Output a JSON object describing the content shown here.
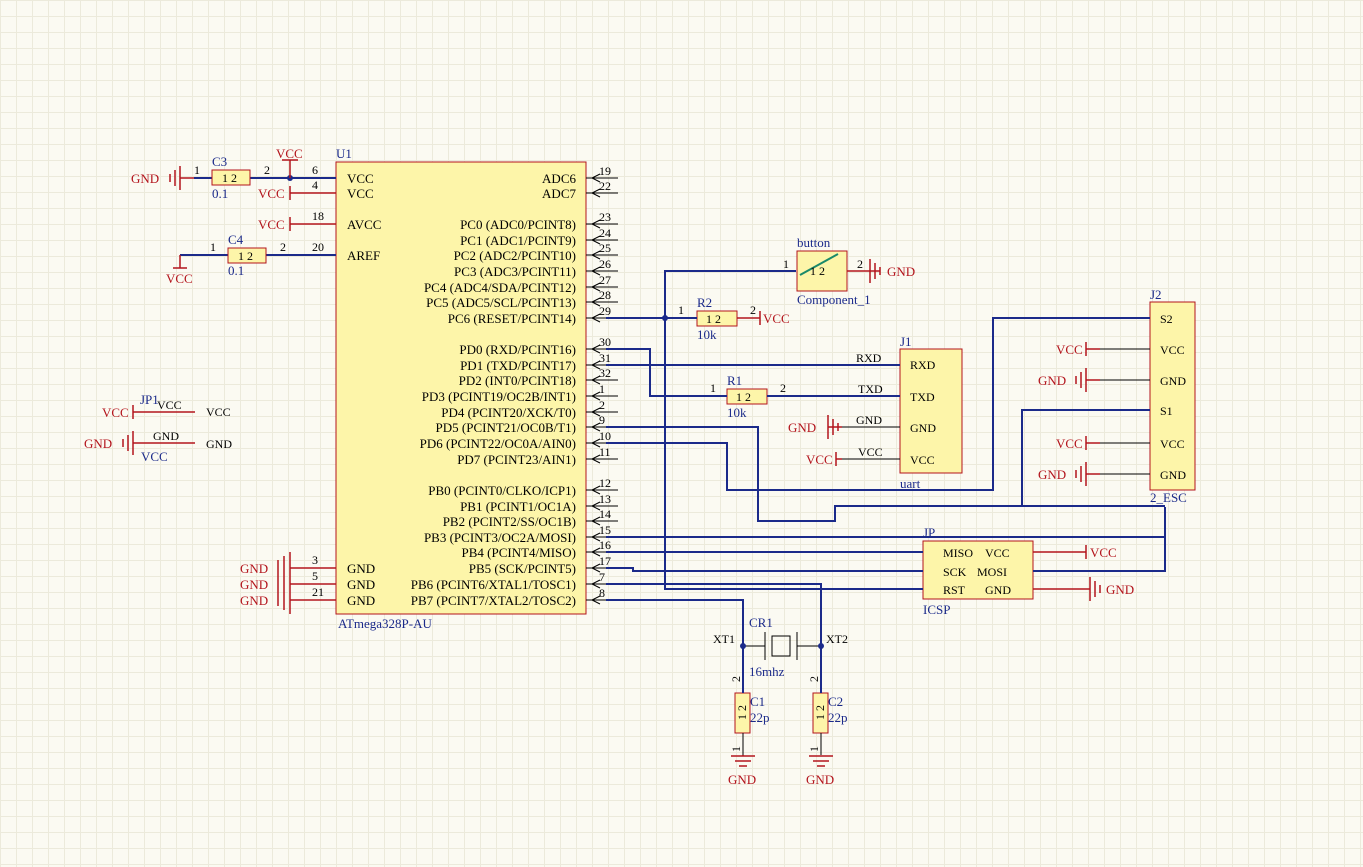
{
  "ic": {
    "designator": "U1",
    "value": "ATmega328P-AU",
    "left_pins": [
      {
        "num": "6",
        "name": "VCC"
      },
      {
        "num": "4",
        "name": "VCC"
      },
      {
        "num": "18",
        "name": "AVCC"
      },
      {
        "num": "20",
        "name": "AREF"
      },
      {
        "num": "3",
        "name": "GND"
      },
      {
        "num": "5",
        "name": "GND"
      },
      {
        "num": "21",
        "name": "GND"
      }
    ],
    "right_pins": [
      {
        "num": "19",
        "name": "ADC6"
      },
      {
        "num": "22",
        "name": "ADC7"
      },
      {
        "num": "23",
        "name": "PC0 (ADC0/PCINT8)"
      },
      {
        "num": "24",
        "name": "PC1 (ADC1/PCINT9)"
      },
      {
        "num": "25",
        "name": "PC2 (ADC2/PCINT10)"
      },
      {
        "num": "26",
        "name": "PC3 (ADC3/PCINT11)"
      },
      {
        "num": "27",
        "name": "PC4 (ADC4/SDA/PCINT12)"
      },
      {
        "num": "28",
        "name": "PC5 (ADC5/SCL/PCINT13)"
      },
      {
        "num": "29",
        "name": "PC6 (RESET/PCINT14)"
      },
      {
        "num": "30",
        "name": "PD0 (RXD/PCINT16)"
      },
      {
        "num": "31",
        "name": "PD1 (TXD/PCINT17)"
      },
      {
        "num": "32",
        "name": "PD2 (INT0/PCINT18)"
      },
      {
        "num": "1",
        "name": "PD3 (PCINT19/OC2B/INT1)"
      },
      {
        "num": "2",
        "name": "PD4 (PCINT20/XCK/T0)"
      },
      {
        "num": "9",
        "name": "PD5 (PCINT21/OC0B/T1)"
      },
      {
        "num": "10",
        "name": "PD6 (PCINT22/OC0A/AIN0)"
      },
      {
        "num": "11",
        "name": "PD7 (PCINT23/AIN1)"
      },
      {
        "num": "12",
        "name": "PB0 (PCINT0/CLKO/ICP1)"
      },
      {
        "num": "13",
        "name": "PB1 (PCINT1/OC1A)"
      },
      {
        "num": "14",
        "name": "PB2 (PCINT2/SS/OC1B)"
      },
      {
        "num": "15",
        "name": "PB3 (PCINT3/OC2A/MOSI)"
      },
      {
        "num": "16",
        "name": "PB4 (PCINT4/MISO)"
      },
      {
        "num": "17",
        "name": "PB5 (SCK/PCINT5)"
      },
      {
        "num": "7",
        "name": "PB6 (PCINT6/XTAL1/TOSC1)"
      },
      {
        "num": "8",
        "name": "PB7 (PCINT7/XTAL2/TOSC2)"
      }
    ]
  },
  "nets": {
    "vcc": "VCC",
    "gnd": "GND",
    "rxd": "RXD",
    "txd": "TXD",
    "xt1": "XT1",
    "xt2": "XT2"
  },
  "parts": {
    "c3": {
      "ref": "C3",
      "value": "0.1",
      "pin1": "1",
      "pin2": "2",
      "inner": "1 2"
    },
    "c4": {
      "ref": "C4",
      "value": "0.1",
      "pin1": "1",
      "pin2": "2",
      "inner": "1 2"
    },
    "r2": {
      "ref": "R2",
      "value": "10k",
      "pin1": "1",
      "pin2": "2",
      "inner": "1 2"
    },
    "r1": {
      "ref": "R1",
      "value": "10k",
      "pin1": "1",
      "pin2": "2",
      "inner": "1 2"
    },
    "c1": {
      "ref": "C1",
      "value": "22p",
      "pin1": "1",
      "pin2": "2",
      "inner": "1 2"
    },
    "c2": {
      "ref": "C2",
      "value": "22p",
      "pin1": "1",
      "pin2": "2",
      "inner": "1 2"
    },
    "crystal": {
      "ref": "CR1",
      "value": "16mhz"
    },
    "button": {
      "ref": "button",
      "value": "Component_1",
      "pin1": "1",
      "pin2": "2",
      "inner": "1 2"
    },
    "jp1": {
      "ref": "JP1",
      "label_vcc": "VCC",
      "label_gnd": "GND",
      "out_vcc": "VCC",
      "out_gnd": "GND",
      "below": "VCC"
    }
  },
  "uart": {
    "ref": "J1",
    "value": "uart",
    "pins": [
      "RXD",
      "TXD",
      "GND",
      "VCC"
    ]
  },
  "esc": {
    "ref": "J2",
    "value": "2_ESC",
    "pins": [
      "S2",
      "VCC",
      "GND",
      "S1",
      "VCC",
      "GND"
    ]
  },
  "icsp": {
    "ref": "JP",
    "value": "ICSP",
    "left": [
      "MISO",
      "SCK",
      "RST"
    ],
    "right": [
      "VCC",
      "MOSI",
      "GND"
    ]
  },
  "colors": {
    "wire": "#1b2a8a",
    "power": "#b3141c",
    "body": "#fdf5a9",
    "grid": "#eceadb",
    "background": "#fbfaf2"
  }
}
